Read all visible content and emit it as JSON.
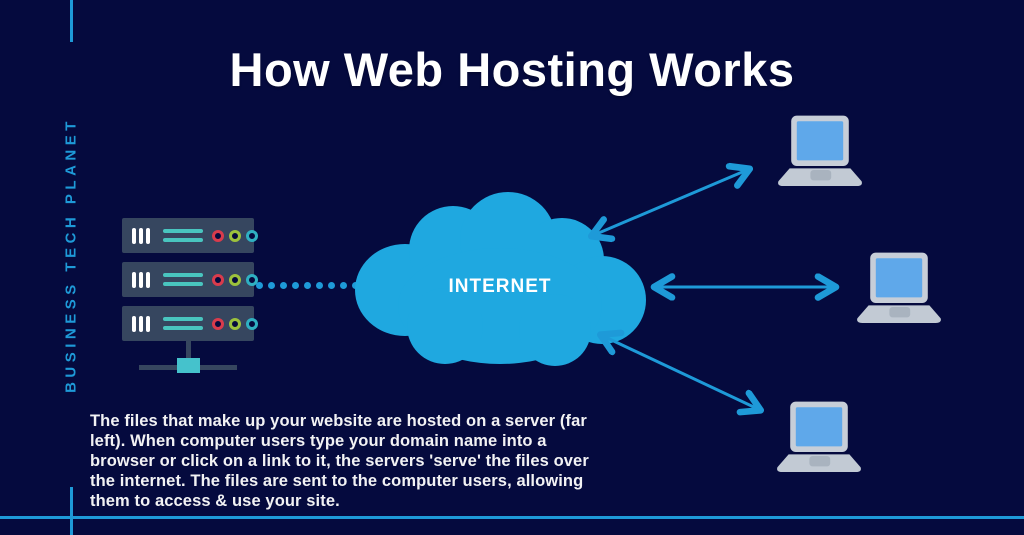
{
  "header": {
    "title": "How Web Hosting Works"
  },
  "brand": {
    "name": "BUSINESS TECH PLANET"
  },
  "diagram": {
    "cloud_label": "INTERNET"
  },
  "description": {
    "lines": [
      "The files that make up your website are hosted on a server (far",
      "left). When computer users type your domain name into a",
      "browser or click on a link to it, the servers 'serve' the files over",
      "the internet. The files are sent to the computer users, allowing",
      "them to access & use your site."
    ]
  },
  "colors": {
    "background": "#050a3e",
    "accent_blue": "#1e9ad8",
    "cloud_blue": "#1fa8e0",
    "server_body": "#36465f",
    "server_teal": "#49c5bf",
    "plug_teal": "#45c2cc",
    "led_red": "#d93b4c",
    "led_green": "#9cc13c",
    "led_teal": "#2fb0c2",
    "laptop_body": "#c7ced8",
    "laptop_base": "#c2cad4",
    "laptop_screen": "#5fa8ea",
    "laptop_touchpad": "#a9b3bf",
    "white": "#ffffff",
    "text_white": "#f2f2f4"
  }
}
